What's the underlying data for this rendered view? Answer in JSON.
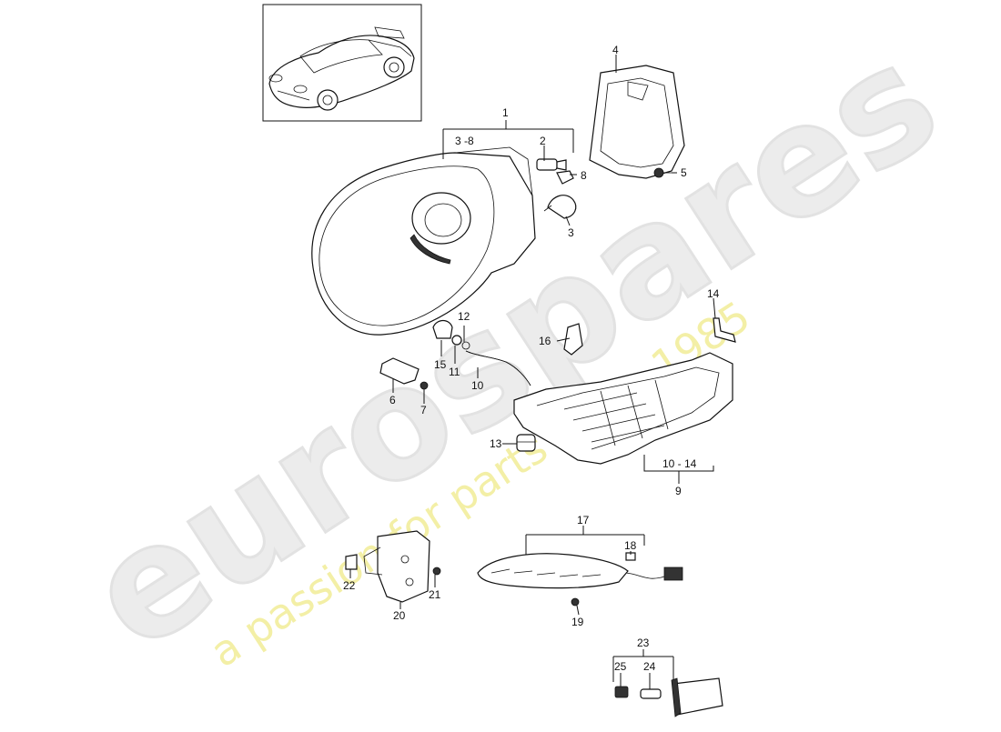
{
  "watermark": {
    "brand": "eurospares",
    "tagline": "a passion for parts since 1985"
  },
  "callouts": [
    {
      "id": "c1",
      "label": "1"
    },
    {
      "id": "c3-8",
      "label": "3 -8"
    },
    {
      "id": "c2",
      "label": "2"
    },
    {
      "id": "c8",
      "label": "8"
    },
    {
      "id": "c3",
      "label": "3"
    },
    {
      "id": "c4",
      "label": "4"
    },
    {
      "id": "c5",
      "label": "5"
    },
    {
      "id": "c14",
      "label": "14"
    },
    {
      "id": "c12",
      "label": "12"
    },
    {
      "id": "c16",
      "label": "16"
    },
    {
      "id": "c15",
      "label": "15"
    },
    {
      "id": "c11",
      "label": "11"
    },
    {
      "id": "c10",
      "label": "10"
    },
    {
      "id": "c6",
      "label": "6"
    },
    {
      "id": "c7",
      "label": "7"
    },
    {
      "id": "c13",
      "label": "13"
    },
    {
      "id": "c10-14",
      "label": "10 - 14"
    },
    {
      "id": "c9",
      "label": "9"
    },
    {
      "id": "c17",
      "label": "17"
    },
    {
      "id": "c18",
      "label": "18"
    },
    {
      "id": "c19",
      "label": "19"
    },
    {
      "id": "c22",
      "label": "22"
    },
    {
      "id": "c21",
      "label": "21"
    },
    {
      "id": "c20",
      "label": "20"
    },
    {
      "id": "c23",
      "label": "23"
    },
    {
      "id": "c25",
      "label": "25"
    },
    {
      "id": "c24",
      "label": "24"
    }
  ]
}
